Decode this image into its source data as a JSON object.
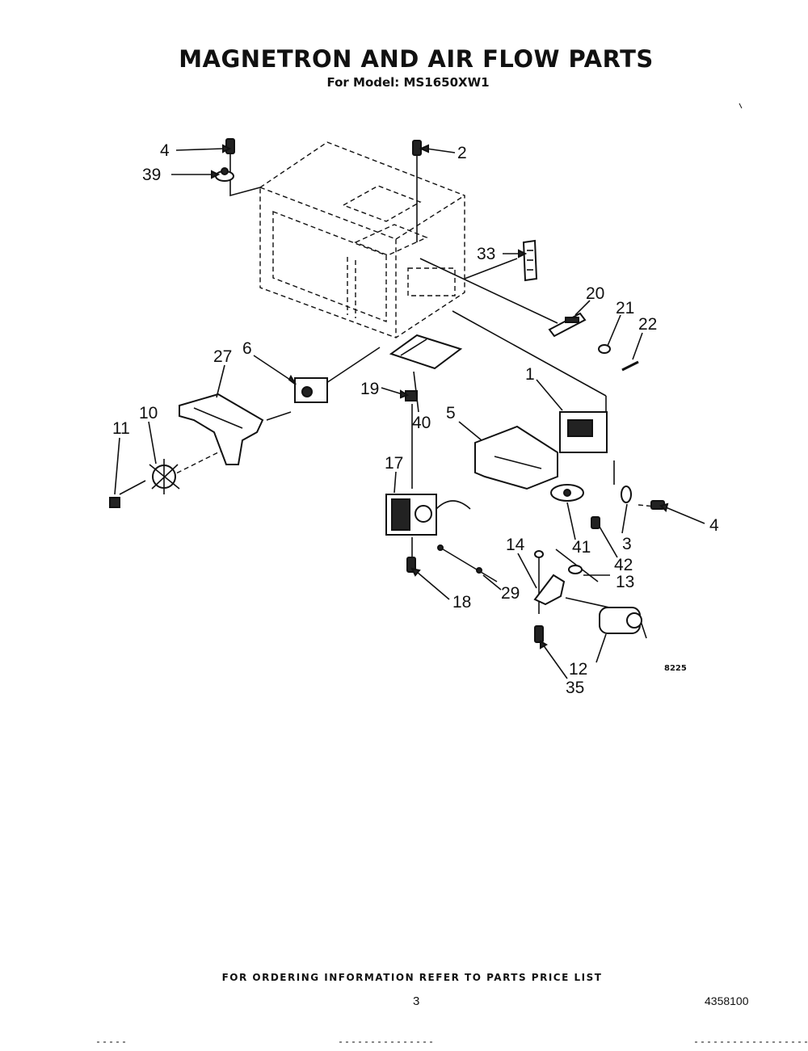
{
  "header": {
    "title": "MAGNETRON AND AIR FLOW PARTS",
    "subtitle": "For Model: MS1650XW1"
  },
  "diagram": {
    "callouts": {
      "c4a": "4",
      "c39": "39",
      "c2": "2",
      "c33": "33",
      "c20": "20",
      "c21": "21",
      "c22": "22",
      "c27": "27",
      "c6": "6",
      "c19": "19",
      "c40": "40",
      "c1": "1",
      "c5": "5",
      "c11": "11",
      "c10": "10",
      "c17": "17",
      "c4b": "4",
      "c3": "3",
      "c41": "41",
      "c42": "42",
      "c14": "14",
      "c13": "13",
      "c18": "18",
      "c29": "29",
      "c12": "12",
      "c35": "35"
    },
    "figure_code": "8225"
  },
  "footer": {
    "ordering": "FOR ORDERING INFORMATION REFER TO PARTS PRICE LIST",
    "page": "3",
    "doc_number": "4358100"
  }
}
